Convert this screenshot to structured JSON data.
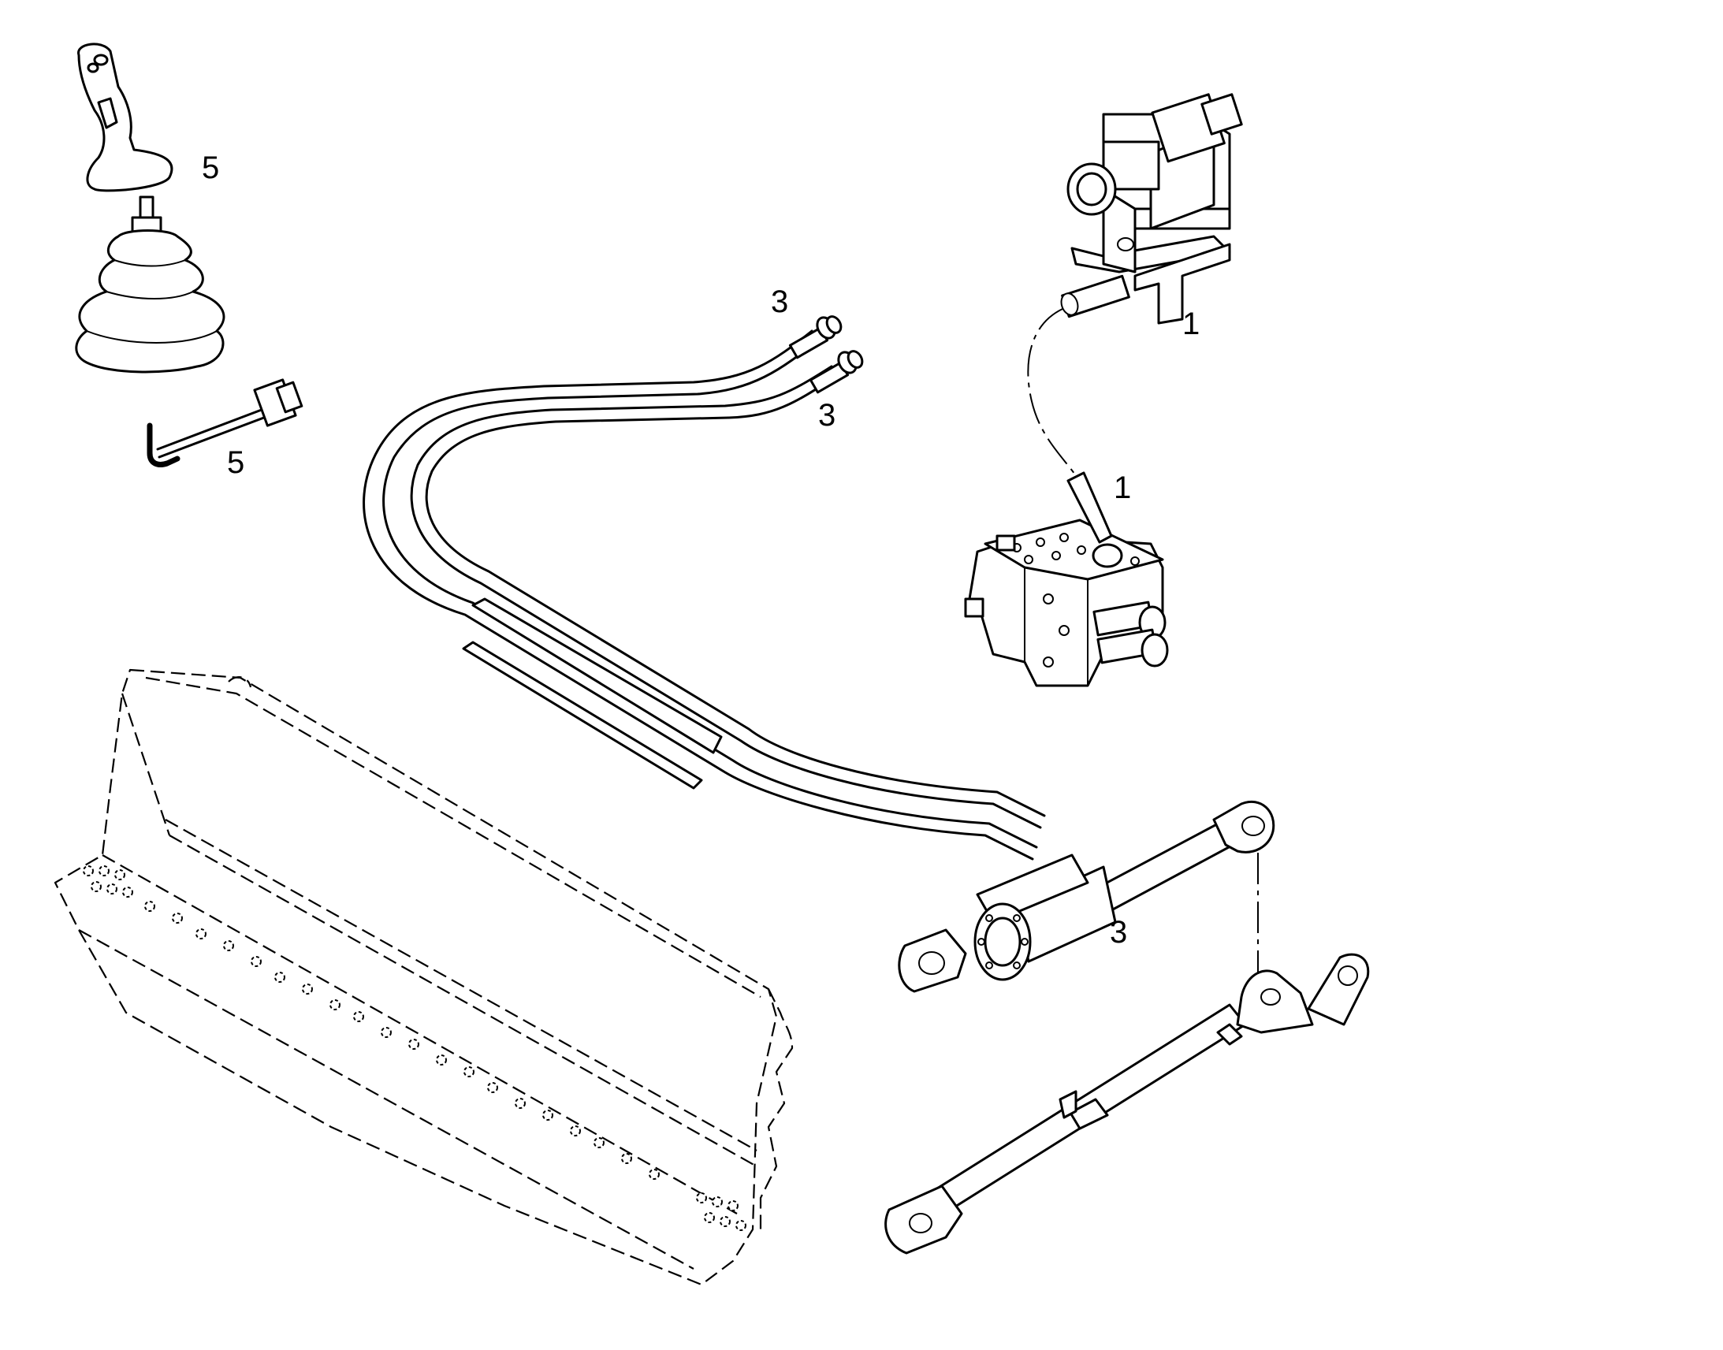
{
  "callouts": [
    {
      "id": "joystick-handle",
      "text": "5"
    },
    {
      "id": "joystick-cable",
      "text": "5"
    },
    {
      "id": "hose-upper",
      "text": "3"
    },
    {
      "id": "hose-lower",
      "text": "3"
    },
    {
      "id": "cylinder",
      "text": "3"
    },
    {
      "id": "solenoid-valve",
      "text": "1"
    },
    {
      "id": "control-valve",
      "text": "1"
    }
  ]
}
